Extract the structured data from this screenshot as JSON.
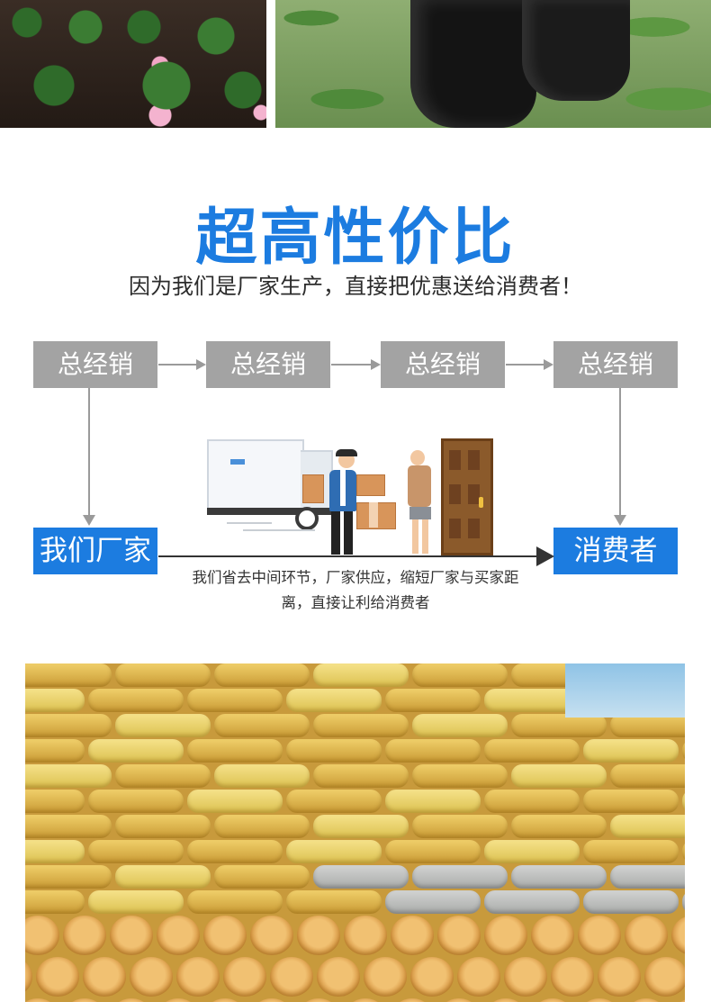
{
  "headline": "超高性价比",
  "subtitle": "因为我们是厂家生产，直接把优惠送给消费者！",
  "distributors": [
    "总经销",
    "总经销",
    "总经销",
    "总经销"
  ],
  "manufacturer_label": "我们厂家",
  "consumer_label": "消费者",
  "note_line1": "我们省去中间环节，厂家供应，缩短厂家与买家距",
  "note_line2": "离，直接让利给消费者",
  "colors": {
    "accent_blue": "#1c7ce0",
    "distributor_grey": "#a3a3a3",
    "arrow_grey": "#9a9a9a"
  },
  "icons": [
    "truck-icon",
    "delivery-man-icon",
    "customer-icon",
    "door-icon",
    "parcel-icon"
  ]
}
